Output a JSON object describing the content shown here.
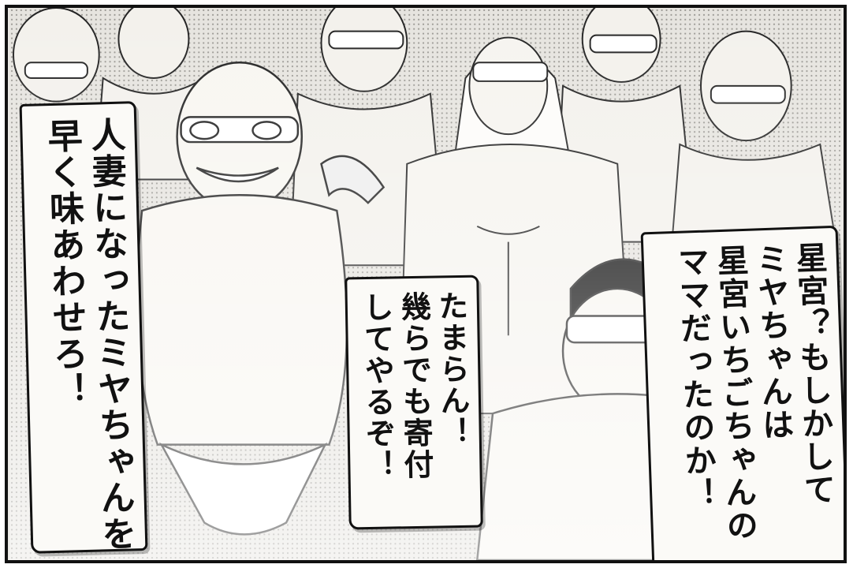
{
  "panel": {
    "speech_left": "人妻になったミヤちゃんを\n早く味あわせろ！",
    "speech_middle": "たまらん！\n幾らでも寄付\nしてやるぞ！",
    "speech_right": "星宮？もしかして\nミヤちゃんは\n星宮いちごちゃんの\nママだったのか！"
  }
}
